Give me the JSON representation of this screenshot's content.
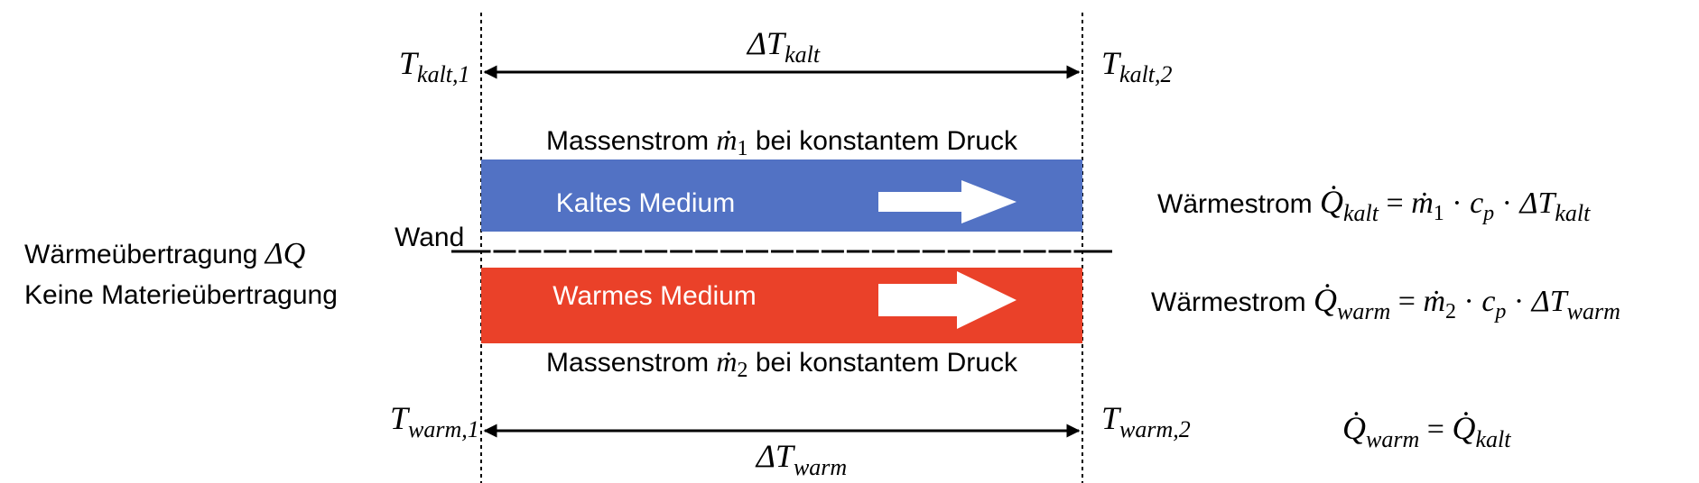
{
  "colors": {
    "cold_fluid": "#5272C4",
    "warm_fluid": "#EA4129",
    "line": "#000000",
    "arrow_fill": "#FFFFFF"
  },
  "left_text": {
    "line1_prefix": "Wärmeübertragung ",
    "line1_symbol": "ΔQ",
    "line2": "Keine Materieübertragung"
  },
  "wall_label": "Wand",
  "cold": {
    "medium_label": "Kaltes Medium",
    "mass_flow": {
      "prefix": "Massenstrom ",
      "symbol": "ṁ",
      "index": "1",
      "suffix": " bei konstantem Druck"
    },
    "t_in": {
      "base": "T",
      "sub": "kalt,1"
    },
    "t_out": {
      "base": "T",
      "sub": "kalt,2"
    },
    "delta": {
      "base": "ΔT",
      "sub": "kalt"
    }
  },
  "warm": {
    "medium_label": "Warmes Medium",
    "mass_flow": {
      "prefix": "Massenstrom ",
      "symbol": "ṁ",
      "index": "2",
      "suffix": " bei konstantem Druck"
    },
    "t_in": {
      "base": "T",
      "sub": "warm,1"
    },
    "t_out": {
      "base": "T",
      "sub": "warm,2"
    },
    "delta": {
      "base": "ΔT",
      "sub": "warm"
    }
  },
  "equations": {
    "cold": {
      "prefix": "Wärmestrom ",
      "q": "Q̇",
      "q_sub": "kalt",
      "eq": " = ",
      "m": "ṁ",
      "m_sub": "1",
      "dot1": " · ",
      "c": "c",
      "c_sub": "p",
      "dot2": " · ",
      "dt": "ΔT",
      "dt_sub": "kalt"
    },
    "warm": {
      "prefix": "Wärmestrom ",
      "q": "Q̇",
      "q_sub": "warm",
      "eq": " = ",
      "m": "ṁ",
      "m_sub": "2",
      "dot1": " · ",
      "c": "c",
      "c_sub": "p",
      "dot2": " · ",
      "dt": "ΔT",
      "dt_sub": "warm"
    },
    "balance": {
      "q1": "Q̇",
      "q1_sub": "warm",
      "eq": " = ",
      "q2": "Q̇",
      "q2_sub": "kalt"
    }
  },
  "heat_transfer_arrows": {
    "count": 24
  }
}
